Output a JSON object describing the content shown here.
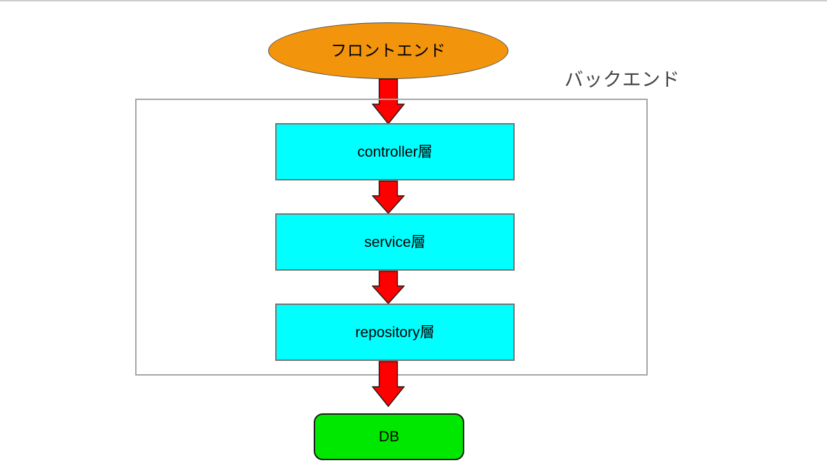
{
  "diagram": {
    "title_label": "バックエンド",
    "frontend": {
      "label": "フロントエンド",
      "shape": "ellipse",
      "fill": "#F2940C",
      "stroke": "#4d4d4d"
    },
    "backend": {
      "label": "バックエンド",
      "shape": "rectangle",
      "fill": "transparent",
      "stroke": "#a6a6a6",
      "layers": [
        {
          "label": "controller層",
          "fill": "#00FFFF",
          "stroke": "#767676"
        },
        {
          "label": "service層",
          "fill": "#00FFFF",
          "stroke": "#767676"
        },
        {
          "label": "repository層",
          "fill": "#00FFFF",
          "stroke": "#767676"
        }
      ]
    },
    "database": {
      "label": "DB",
      "shape": "rounded-rectangle",
      "fill": "#00E800",
      "stroke": "#1a1a1a"
    },
    "arrows": [
      {
        "name": "frontend-to-controller",
        "from": "フロントエンド",
        "to": "controller層",
        "direction": "down",
        "fill": "#FF0000"
      },
      {
        "name": "controller-to-service",
        "from": "controller層",
        "to": "service層",
        "direction": "down",
        "fill": "#FF0000"
      },
      {
        "name": "service-to-repository",
        "from": "service層",
        "to": "repository層",
        "direction": "down",
        "fill": "#FF0000"
      },
      {
        "name": "repository-to-db",
        "from": "repository層",
        "to": "DB",
        "direction": "down",
        "fill": "#FF0000"
      }
    ],
    "colors": {
      "frontend_fill": "#F2940C",
      "layer_fill": "#00FFFF",
      "db_fill": "#00E800",
      "arrow_fill": "#FF0000",
      "container_stroke": "#a6a6a6",
      "background": "#ffffff"
    }
  }
}
